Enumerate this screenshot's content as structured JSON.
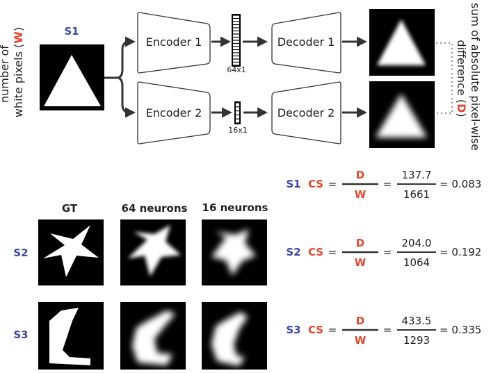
{
  "colors": {
    "sample_label": "#3b48a8",
    "accent": "#e4472f",
    "text": "#222222",
    "connector": "#999999"
  },
  "pipeline": {
    "sample_label": "S1",
    "side_label_line1": "number of",
    "side_label_line2_prefix": "white pixels (",
    "side_label_symbol": "W",
    "side_label_line2_suffix": ")",
    "encoder1": "Encoder 1",
    "encoder2": "Encoder 2",
    "decoder1": "Decoder 1",
    "decoder2": "Decoder 2",
    "latent1_size": "64x1",
    "latent2_size": "16x1",
    "right_label_line1": "sum of absolute pixel-wise",
    "right_label_line2_prefix": "difference (",
    "right_label_symbol": "D",
    "right_label_line2_suffix": ")"
  },
  "grid": {
    "headers": {
      "gt": "GT",
      "n64": "64 neurons",
      "n16": "16 neurons"
    },
    "rows": [
      {
        "label": "S2"
      },
      {
        "label": "S3"
      }
    ]
  },
  "equations": [
    {
      "sample": "S1",
      "cs": "CS",
      "eq": "=",
      "num_sym": "D",
      "den_sym": "W",
      "num": "137.7",
      "den": "1661",
      "result": "= 0.083"
    },
    {
      "sample": "S2",
      "cs": "CS",
      "eq": "=",
      "num_sym": "D",
      "den_sym": "W",
      "num": "204.0",
      "den": "1064",
      "result": "= 0.192"
    },
    {
      "sample": "S3",
      "cs": "CS",
      "eq": "=",
      "num_sym": "D",
      "den_sym": "W",
      "num": "433.5",
      "den": "1293",
      "result": "= 0.335"
    }
  ]
}
